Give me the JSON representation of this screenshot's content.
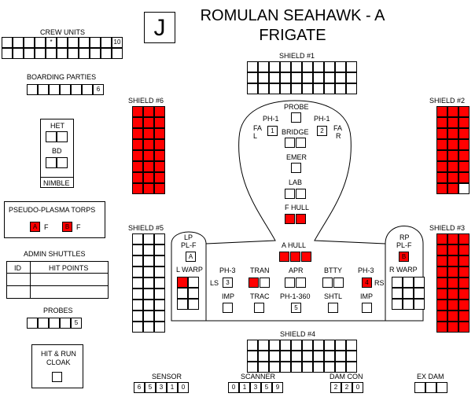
{
  "header": {
    "emblem": "J",
    "title_line1": "ROMULAN SEAHAWK - A",
    "title_line2": "FRIGATE"
  },
  "crew_units": {
    "label": "CREW UNITS",
    "marked": "*",
    "last": "10"
  },
  "boarding_parties": {
    "label": "BOARDING PARTIES",
    "last": "6"
  },
  "het_bd": {
    "het": "HET",
    "bd": "BD",
    "nimble": "NIMBLE"
  },
  "torps": {
    "label": "PSEUDO-PLASMA TORPS",
    "a_letter": "A",
    "b_letter": "B",
    "f1": "F",
    "f2": "F"
  },
  "admin_shuttles": {
    "label": "ADMIN SHUTTLES",
    "id": "ID",
    "hit_points": "HIT POINTS"
  },
  "probes": {
    "label": "PROBES",
    "last": "5"
  },
  "hit_run": {
    "line1": "HIT & RUN",
    "line2": "CLOAK"
  },
  "shields": {
    "s1": "SHIELD #1",
    "s2": "SHIELD #2",
    "s3": "SHIELD #3",
    "s4": "SHIELD #4",
    "s5": "SHIELD #5",
    "s6": "SHIELD #6"
  },
  "ship": {
    "probe": "PROBE",
    "ph1_left": "PH-1",
    "ph1_right": "PH-1",
    "fal": "FA",
    "fal2": "L",
    "far": "FA",
    "far2": "R",
    "ph1_left_num": "1",
    "ph1_right_num": "2",
    "bridge": "BRIDGE",
    "emer": "EMER",
    "lab": "LAB",
    "fhull": "F HULL",
    "ahull": "A HULL",
    "lp": "LP",
    "plf_left": "PL-F",
    "lp_letter": "A",
    "lwarp": "L WARP",
    "rp": "RP",
    "plf_right": "PL-F",
    "rp_letter": "B",
    "rwarp": "R WARP",
    "ph3_left": "PH-3",
    "ls": "LS",
    "ph3_left_num": "3",
    "tran": "TRAN",
    "apr": "APR",
    "btty": "BTTY",
    "ph3_right": "PH-3",
    "rs": "RS",
    "ph3_right_num": "4",
    "imp_left": "IMP",
    "trac": "TRAC",
    "ph1_360": "PH-1-360",
    "ph1_360_num": "5",
    "shtl": "SHTL",
    "imp_right": "IMP"
  },
  "tracks": {
    "sensor": {
      "label": "SENSOR",
      "values": [
        "6",
        "5",
        "3",
        "1",
        "0"
      ]
    },
    "scanner": {
      "label": "SCANNER",
      "values": [
        "0",
        "1",
        "3",
        "5",
        "9"
      ]
    },
    "damcon": {
      "label": "DAM CON",
      "values": [
        "2",
        "2",
        "0"
      ]
    },
    "exdam": {
      "label": "EX DAM"
    }
  },
  "colors": {
    "damage": "#ff0000"
  }
}
